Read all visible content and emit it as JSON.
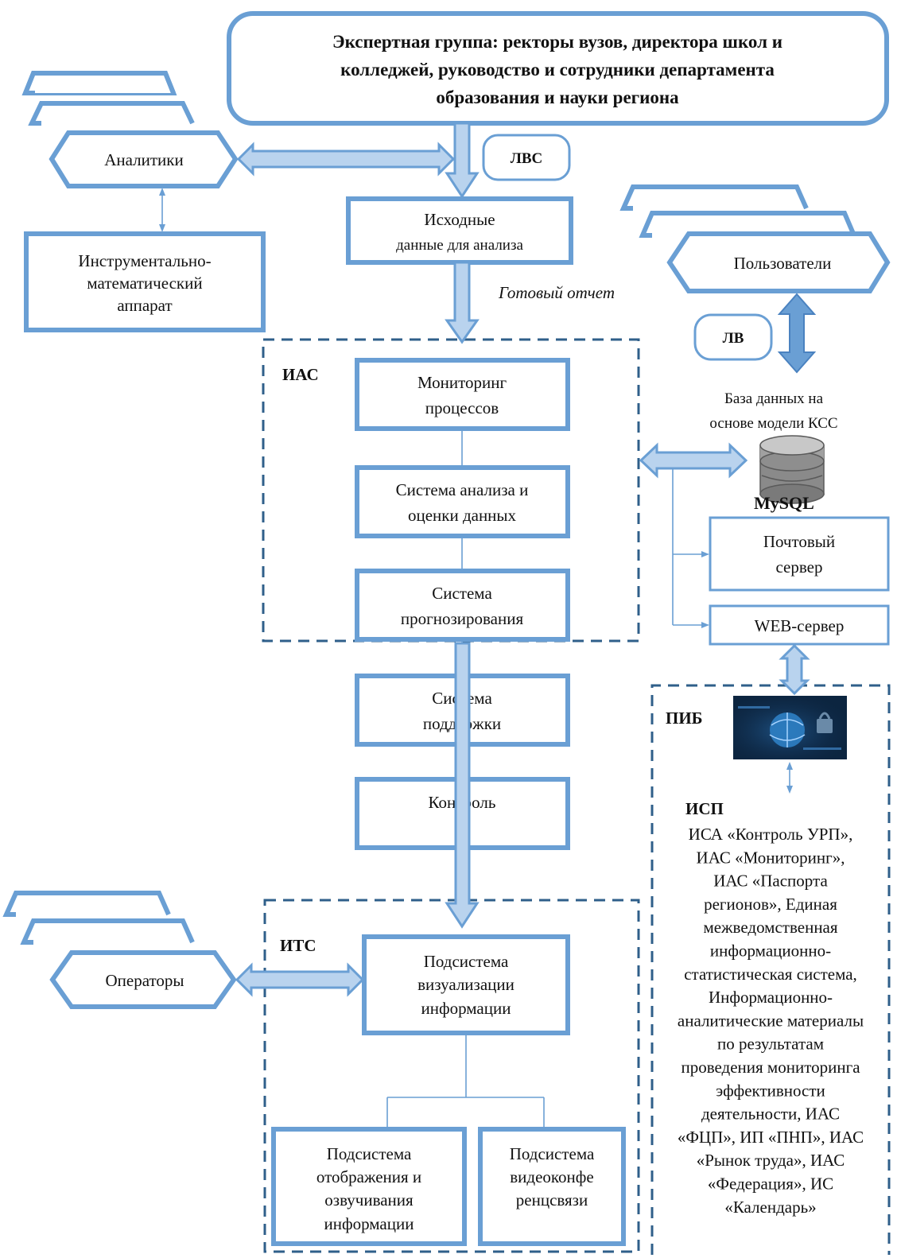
{
  "expert_group": [
    "Экспертная группа: ректоры вузов, директора школ и",
    "колледжей, руководство и сотрудники департамента",
    "образования и науки региона"
  ],
  "analysts": "Аналитики",
  "lvs": "ЛВС",
  "source_data": [
    "Исходные",
    "данные для анализа"
  ],
  "instrumental": [
    "Инструментально-",
    "математический",
    "аппарат"
  ],
  "ready_report": "Готовый отчет",
  "users": "Пользователи",
  "lv": "ЛВ",
  "ias_label": "ИАС",
  "ias_blocks": [
    [
      "Мониторинг",
      "процессов"
    ],
    [
      "Система анализа и",
      "оценки данных"
    ],
    [
      "Система",
      "прогнозирования"
    ],
    [
      "Система",
      "поддержки"
    ],
    [
      "Контроль"
    ]
  ],
  "database": [
    "База данных на",
    "основе модели КСС"
  ],
  "mysql_logo": "MySQL",
  "mail_server": [
    "Почтовый",
    "сервер"
  ],
  "web_server": "WEB-сервер",
  "pib": "ПИБ",
  "isp_label": "ИСП",
  "isp_lines": [
    "ИСА «Контроль УРП»,",
    "ИАС «Мониторинг»,",
    "ИАС «Паспорта",
    "регионов», Единая",
    "межведомственная",
    "информационно-",
    "статистическая система,",
    "Информационно-",
    "аналитические материалы",
    "по результатам",
    "проведения мониторинга",
    "эффективности",
    "деятельности, ИАС",
    "«ФЦП», ИП «ПНП», ИАС",
    "«Рынок труда», ИАС",
    "«Федерация», ИС",
    "«Календарь»"
  ],
  "operators": "Операторы",
  "its_label": "ИТС",
  "visualization": [
    "Подсистема",
    "визуализации",
    "информации"
  ],
  "display_sub": [
    "Подсистема",
    "отображения и",
    "озвучивания",
    "информации"
  ],
  "video_sub": [
    "Подсистема",
    "видеоконфе",
    "ренцсвязи"
  ],
  "colors": {
    "stroke": "#6a9fd4",
    "arrow_fill": "#b9d3ee",
    "dashed": "#2f5f8a"
  }
}
